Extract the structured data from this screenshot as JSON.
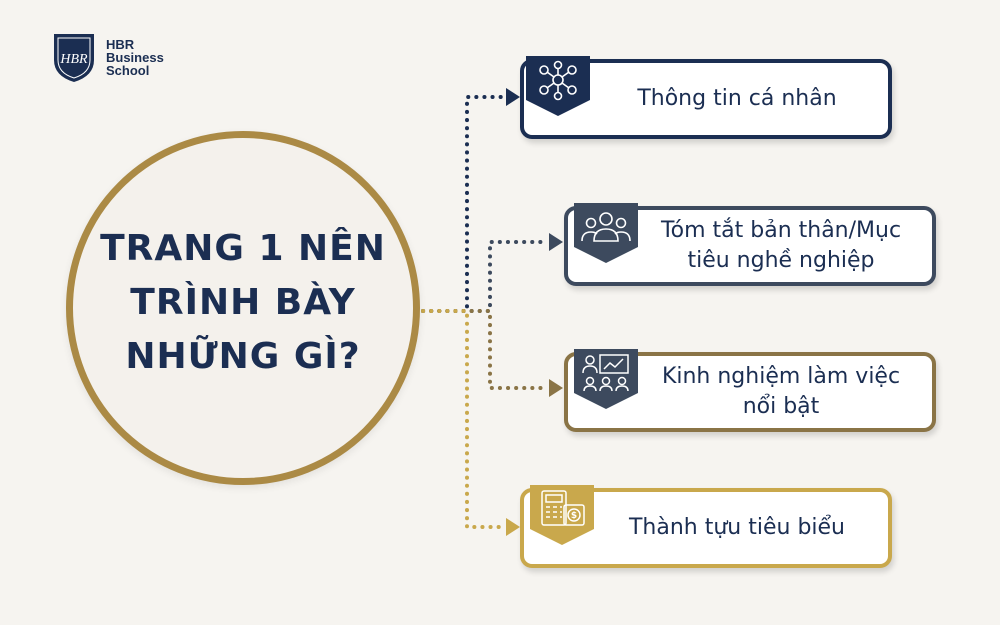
{
  "logo": {
    "monogram": "HBR",
    "line1": "HBR",
    "line2": "Business",
    "line3": "School"
  },
  "center": {
    "line1": "TRANG 1 NÊN",
    "line2": "TRÌNH BÀY",
    "line3": "NHỮNG GÌ?"
  },
  "items": [
    {
      "line1": "Thông tin cá nhân",
      "line2": "",
      "color": "#1b2e52",
      "icon": "people-network-icon"
    },
    {
      "line1": "Tóm tắt bản thân/Mục",
      "line2": "tiêu nghề nghiệp",
      "color": "#3d4a5e",
      "icon": "team-profile-icon"
    },
    {
      "line1": "Kinh nghiệm làm việc",
      "line2": "nổi bật",
      "color": "#8a7446",
      "icon": "meeting-presentation-icon"
    },
    {
      "line1": "Thành tựu tiêu biểu",
      "line2": "",
      "color": "#c9a84c",
      "icon": "calculator-money-icon"
    }
  ],
  "colors": {
    "navy": "#1b2e52",
    "gold": "#ab8a45",
    "background": "#f6f4f0"
  }
}
